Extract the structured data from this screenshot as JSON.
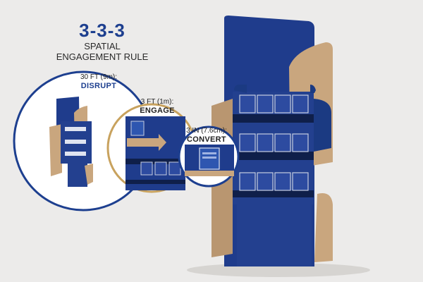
{
  "header": {
    "title": "3-3-3",
    "subtitle_line1": "SPATIAL",
    "subtitle_line2": "ENGAGEMENT RULE"
  },
  "zones": [
    {
      "distance": "30 FT (9m):",
      "label": "DISRUPT"
    },
    {
      "distance": "3 FT (1m):",
      "label": "ENGAGE"
    },
    {
      "distance": "3 IN (7.6cm):",
      "label": "CONVERT"
    }
  ],
  "colors": {
    "brand_blue": "#1f3c8c",
    "kraft": "#c9a67e",
    "background": "#ecebea",
    "ring": "#1d3f8f",
    "ring_gold": "#c8a25e"
  }
}
